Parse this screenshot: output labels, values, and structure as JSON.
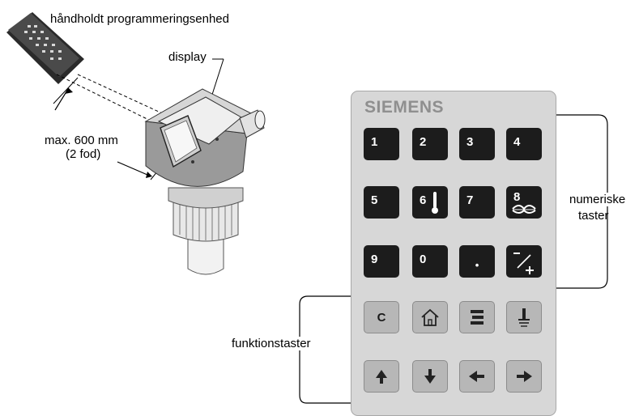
{
  "labels": {
    "handheld": "håndholdt programmeringsenhed",
    "display": "display",
    "distance_line1": "max. 600 mm",
    "distance_line2": "(2 fod)",
    "numeric_line1": "numeriske",
    "numeric_line2": "taster",
    "function": "funktionstaster"
  },
  "brand": "SIEMENS",
  "numeric_keys": [
    "1",
    "2",
    "3",
    "4",
    "5",
    "6",
    "7",
    "8",
    "9",
    "0",
    "•",
    "–/+"
  ],
  "function_keys": [
    {
      "label": "C",
      "icon": "clear-icon"
    },
    {
      "label": "",
      "icon": "home-icon"
    },
    {
      "label": "",
      "icon": "mode-icon"
    },
    {
      "label": "",
      "icon": "transducer-icon"
    },
    {
      "label": "",
      "icon": "arrow-up-icon"
    },
    {
      "label": "",
      "icon": "arrow-down-icon"
    },
    {
      "label": "",
      "icon": "arrow-left-icon"
    },
    {
      "label": "",
      "icon": "arrow-right-icon"
    }
  ],
  "colors": {
    "key_dark": "#1c1c1c",
    "key_light": "#b7b7b7",
    "panel": "#d7d7d7",
    "brand": "#8f8f8f"
  }
}
